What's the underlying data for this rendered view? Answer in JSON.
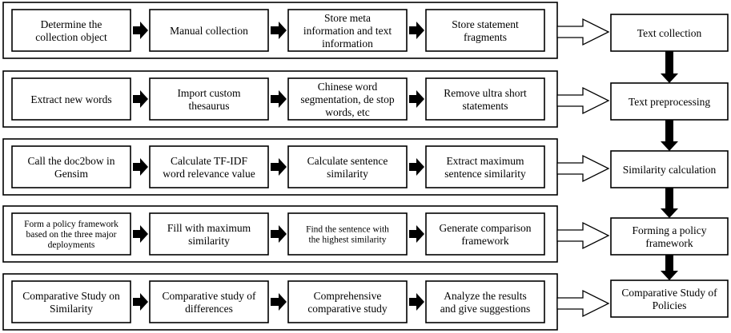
{
  "rows": [
    {
      "steps": [
        [
          "Determine the",
          "collection object"
        ],
        [
          "Manual collection"
        ],
        [
          "Store meta",
          "information and text",
          "information"
        ],
        [
          "Store statement",
          "fragments"
        ]
      ],
      "stage": [
        "Text collection"
      ]
    },
    {
      "steps": [
        [
          "Extract new words"
        ],
        [
          "Import custom",
          "thesaurus"
        ],
        [
          "Chinese word",
          "segmentation, de stop",
          "words, etc"
        ],
        [
          "Remove ultra short",
          "statements"
        ]
      ],
      "stage": [
        "Text preprocessing"
      ]
    },
    {
      "steps": [
        [
          "Call the doc2bow in",
          "Gensim"
        ],
        [
          "Calculate TF-IDF",
          "word relevance value"
        ],
        [
          "Calculate sentence",
          "similarity"
        ],
        [
          "Extract maximum",
          "sentence similarity"
        ]
      ],
      "stage": [
        "Similarity calculation"
      ]
    },
    {
      "steps": [
        [
          "Form a policy framework",
          "based on the three major",
          "deployments"
        ],
        [
          "Fill with maximum",
          "similarity"
        ],
        [
          "Find the sentence with",
          "the highest similarity"
        ],
        [
          "Generate comparison",
          "framework"
        ]
      ],
      "stage": [
        "Forming a policy",
        "framework"
      ]
    },
    {
      "steps": [
        [
          "Comparative Study on",
          "Similarity"
        ],
        [
          "Comparative study of",
          "differences"
        ],
        [
          "Comprehensive",
          "comparative study"
        ],
        [
          "Analyze the results",
          "and give suggestions"
        ]
      ],
      "stage": [
        "Comparative Study of",
        "Policies"
      ]
    }
  ]
}
